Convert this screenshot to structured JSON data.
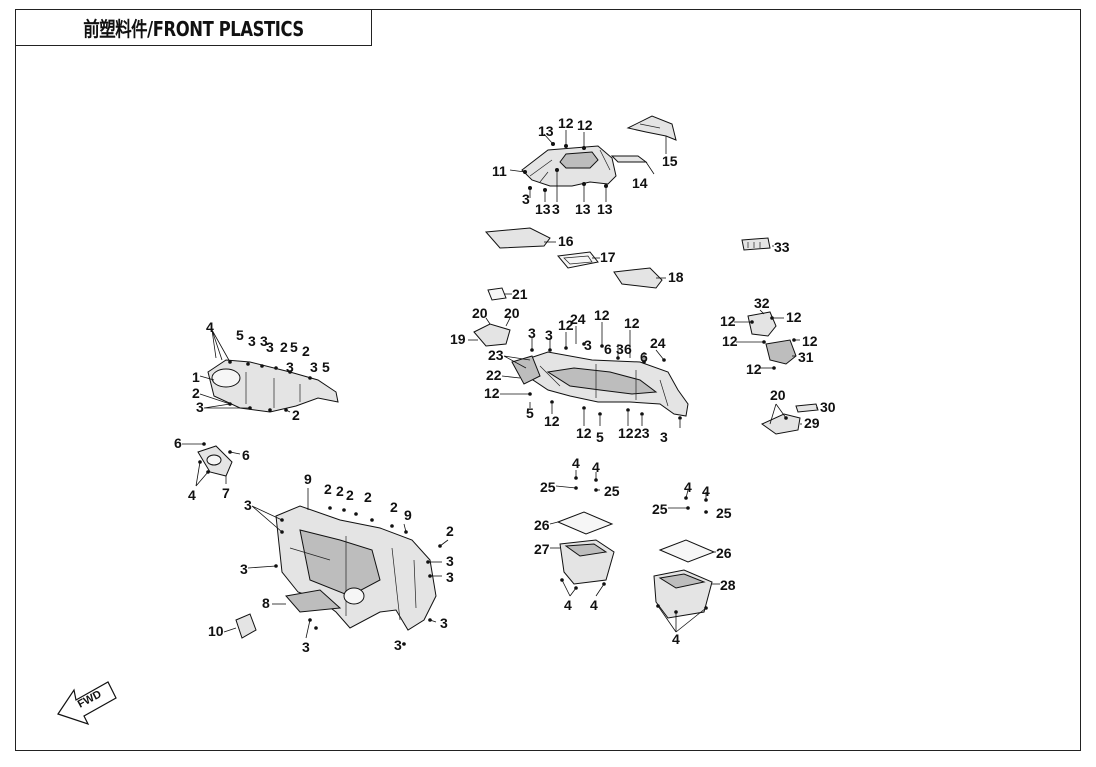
{
  "title": "前塑料件/FRONT PLASTICS",
  "fwd_label": "FWD",
  "labels": [
    "1",
    "2",
    "3",
    "4",
    "5",
    "6",
    "7",
    "8",
    "9",
    "10",
    "11",
    "12",
    "13",
    "14",
    "15",
    "16",
    "17",
    "18",
    "19",
    "20",
    "21",
    "22",
    "23",
    "24",
    "25",
    "26",
    "27",
    "28",
    "29",
    "30",
    "31",
    "32",
    "33"
  ]
}
